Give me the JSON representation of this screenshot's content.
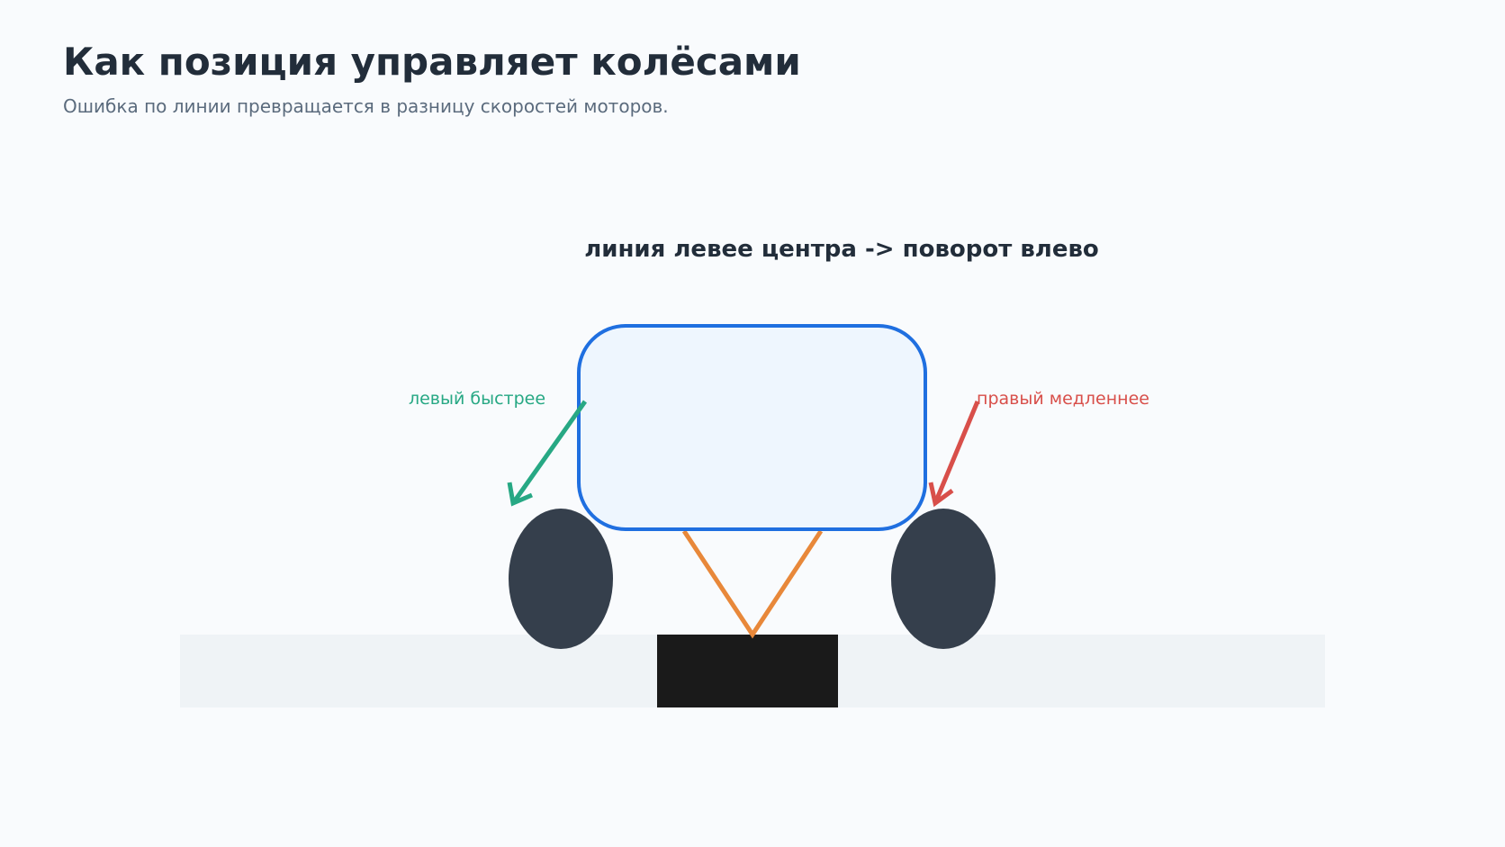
{
  "header": {
    "title": "Как позиция управляет колёсами",
    "subtitle": "Ошибка по линии превращается в разницу скоростей моторов."
  },
  "diagram": {
    "caption": "линия левее центра -> поворот влево",
    "left_label": "левый быстрее",
    "right_label": "правый медленнее"
  },
  "colors": {
    "background": "#f9fbfd",
    "title": "#222d3a",
    "subtitle": "#5b6b7d",
    "robot_body_stroke": "#1f6fe0",
    "robot_body_fill": "#eef6fe",
    "wheel": "#353f4c",
    "track": "#eff3f6",
    "line": "#1a1a1a",
    "sensor_beam": "#e8883a",
    "left_arrow": "#27a884",
    "right_arrow": "#d84f4a"
  }
}
